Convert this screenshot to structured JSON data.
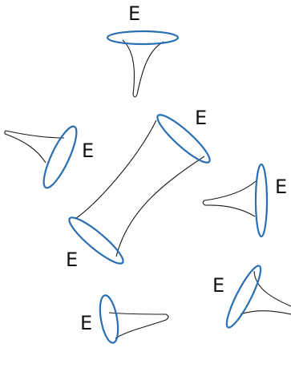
{
  "colors": {
    "rim": "#2b6fb3",
    "outline": "#1a1a1a",
    "text": "#111111",
    "background": "#ffffff"
  },
  "horns": [
    {
      "label": "E"
    },
    {
      "label": "E"
    },
    {
      "label": "E"
    },
    {
      "label": "E"
    },
    {
      "label": "E"
    },
    {
      "label": "E"
    },
    {
      "label": "E"
    }
  ]
}
